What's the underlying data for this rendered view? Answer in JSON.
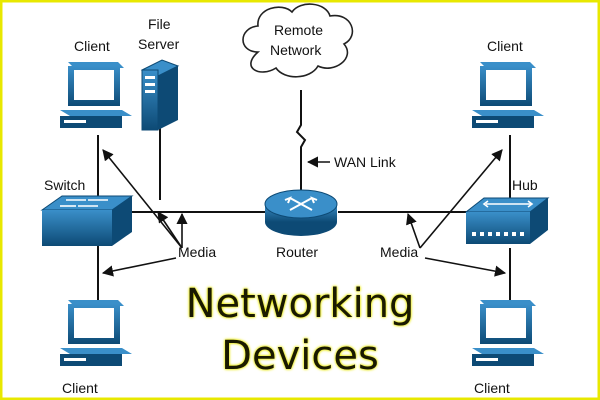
{
  "labels": {
    "client_top_left": "Client",
    "file_server_line1": "File",
    "file_server_line2": "Server",
    "remote_network_line1": "Remote",
    "remote_network_line2": "Network",
    "client_top_right": "Client",
    "wan_link": "WAN Link",
    "switch": "Switch",
    "hub": "Hub",
    "media_left": "Media",
    "router": "Router",
    "media_right": "Media",
    "client_bottom_left": "Client",
    "client_bottom_right": "Client"
  },
  "title": {
    "line1": "Networking",
    "line2": "Devices"
  },
  "colors": {
    "device_blue": "#1b6fa8",
    "device_dark": "#0d4a75",
    "screen": "#ffffff",
    "frame_yellow": "#e8e800",
    "title_text": "#1a1a00"
  }
}
